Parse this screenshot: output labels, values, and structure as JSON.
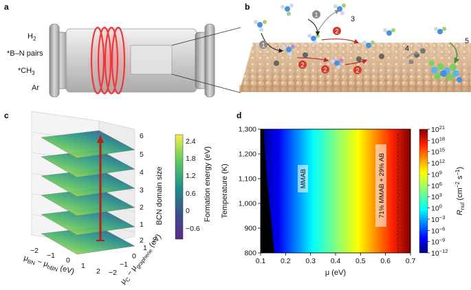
{
  "panels": {
    "a": {
      "label": "a",
      "gases": [
        "H",
        "*B–N pairs",
        "*CH",
        "Ar"
      ],
      "gas_subscripts": [
        "2",
        "",
        "3",
        ""
      ]
    },
    "b": {
      "label": "b",
      "steps": [
        "1",
        "1",
        "2",
        "2",
        "2",
        "2",
        "3",
        "4",
        "5"
      ]
    },
    "c": {
      "label": "c",
      "colorbar_label": "Formation energy (eV)",
      "colorbar_ticks": [
        "2.4",
        "1.8",
        "1.2",
        "0.6",
        "0",
        "−0.6"
      ],
      "z_label": "BCN domain size",
      "z_ticks": [
        "6",
        "5",
        "4",
        "3",
        "2",
        "1",
        "2"
      ],
      "x_ticks": [
        "−2",
        "−1",
        "0",
        "1",
        "2"
      ],
      "y_ticks": [
        "−2",
        "−1",
        "0",
        "1",
        "2"
      ],
      "x_label_parts": [
        "μ",
        "BN",
        " − μ",
        "hBN",
        " (eV)"
      ],
      "y_label_parts": [
        "μ",
        "C",
        " − μ",
        "graphene",
        " (eV)"
      ]
    },
    "d": {
      "label": "d",
      "ylabel": "Temperature (K)",
      "xlabel": "μ (eV)",
      "annotation_mmab": "MMAB",
      "annotation_mix": "71% MMAB + 29% AB",
      "colorbar_label": "R",
      "colorbar_label_sub": "nul",
      "colorbar_label_units": " (cm",
      "colorbar_label_exp1": "−2",
      "colorbar_label_mid": " s",
      "colorbar_label_exp2": "−1",
      "colorbar_label_end": ")",
      "colorbar_ticks": [
        {
          "base": "10",
          "exp": "21"
        },
        {
          "base": "10",
          "exp": "18"
        },
        {
          "base": "10",
          "exp": "15"
        },
        {
          "base": "10",
          "exp": "12"
        },
        {
          "base": "10",
          "exp": "9"
        },
        {
          "base": "10",
          "exp": "6"
        },
        {
          "base": "10",
          "exp": "3"
        },
        {
          "base": "10",
          "exp": "0"
        },
        {
          "base": "10",
          "exp": "−3"
        },
        {
          "base": "10",
          "exp": "−6"
        },
        {
          "base": "10",
          "exp": "−9"
        },
        {
          "base": "10",
          "exp": "−12"
        }
      ]
    }
  },
  "chart_data": {
    "type": "heatmap",
    "title": "",
    "xlabel": "μ (eV)",
    "ylabel": "Temperature (K)",
    "x_ticks": [
      "0.1",
      "0.2",
      "0.3",
      "0.4",
      "0.5",
      "0.6",
      "0.7"
    ],
    "y_ticks": [
      "1,300",
      "1,200",
      "1,100",
      "1,000",
      "900",
      "800"
    ],
    "xlim": [
      0.1,
      0.7
    ],
    "ylim": [
      800,
      1300
    ],
    "colorbar_range_log10": [
      -12,
      21
    ],
    "dashed_lines_x": [
      0.18,
      0.65
    ],
    "boundary": {
      "T": [
        800,
        900,
        1000,
        1100,
        1200,
        1300
      ],
      "mu": [
        0.155,
        0.145,
        0.135,
        0.125,
        0.118,
        0.112
      ]
    }
  }
}
